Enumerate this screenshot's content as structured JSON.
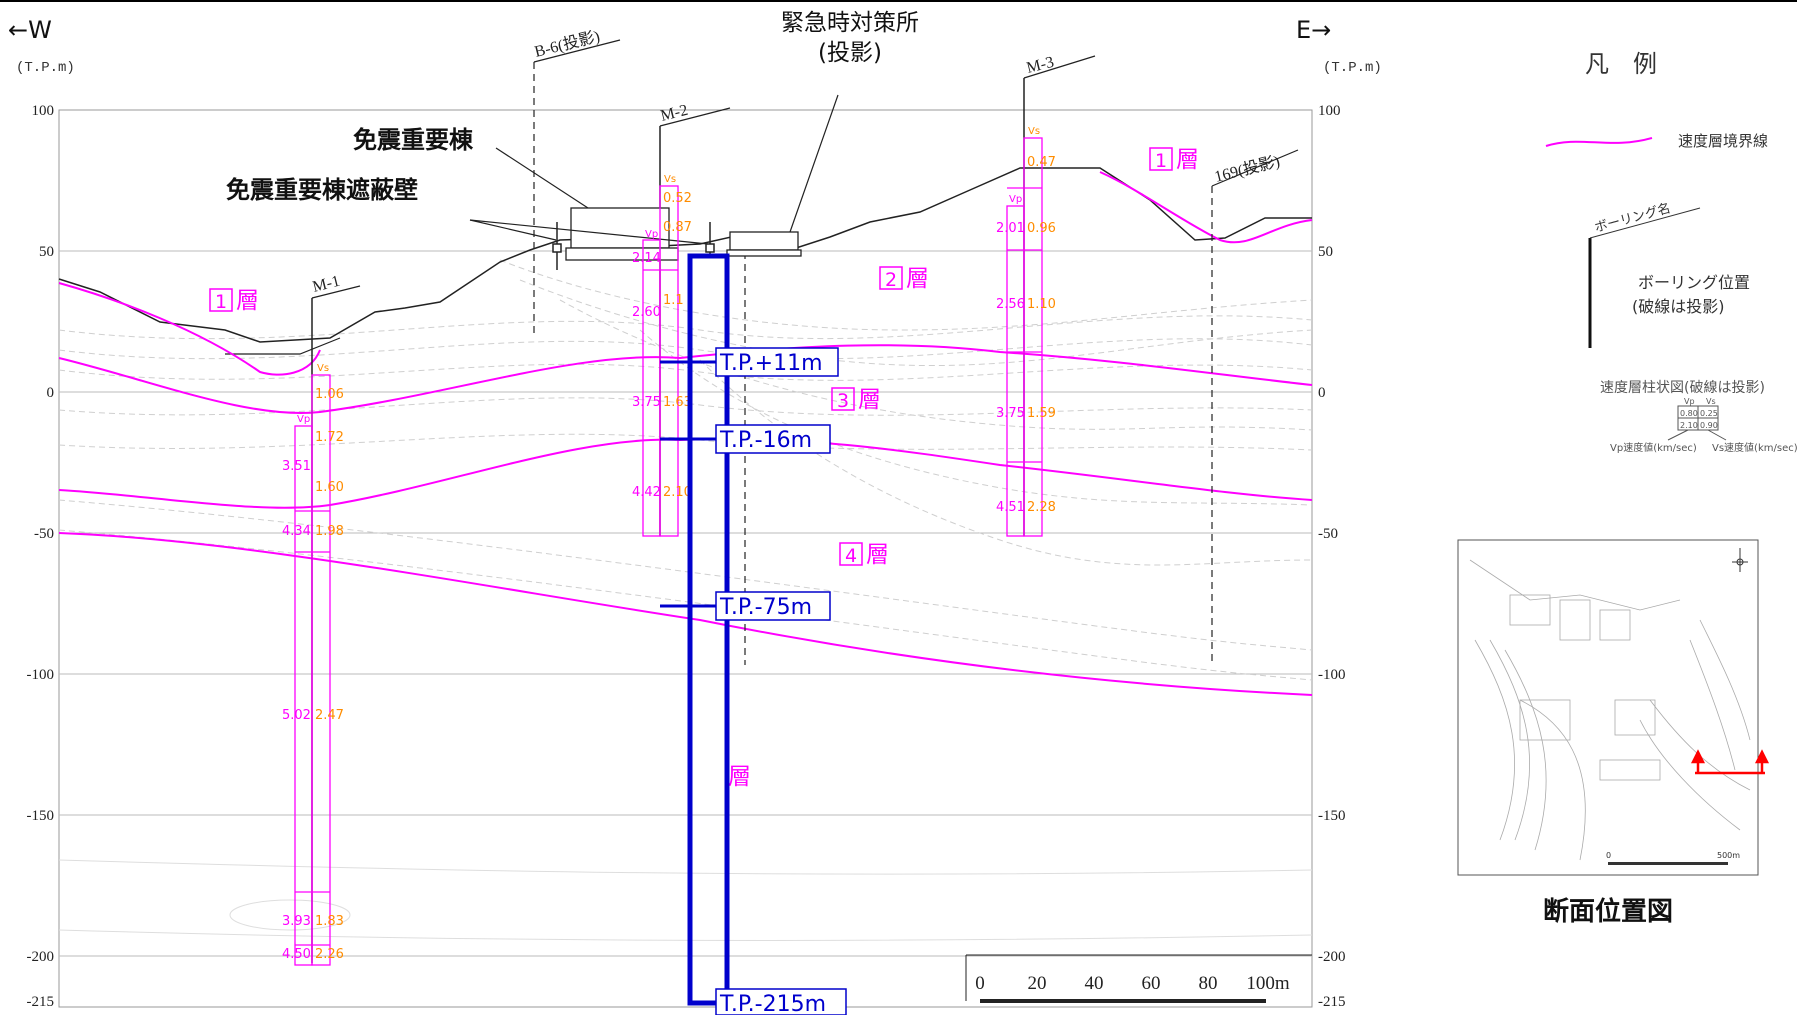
{
  "header": {
    "west_label": "←W",
    "east_label": "E→",
    "unit_left": "(T.P.m)",
    "unit_right": "(T.P.m)",
    "emergency_title_line1": "緊急時対策所",
    "emergency_title_line2": "(投影)"
  },
  "axis": {
    "y_ticks": [
      "100",
      "50",
      "0",
      "-50",
      "-100",
      "-150",
      "-200",
      "-215"
    ],
    "y_range": [
      -215,
      100
    ],
    "grid": true
  },
  "annotations": {
    "building": "免震重要棟",
    "shield_wall": "免震重要棟遮蔽壁"
  },
  "boreholes": {
    "b6": "B-6(投影)",
    "m1": "M-1",
    "m2": "M-2",
    "m3": "M-3",
    "b169": "169(投影)"
  },
  "layers": {
    "layer1_num": "1",
    "layer1_text": "層",
    "layer2_num": "2",
    "layer2_text": "層",
    "layer3_num": "3",
    "layer3_text": "層",
    "layer4_num": "4",
    "layer4_text": "層",
    "layer5_text": "層"
  },
  "velocity": {
    "vs": "Vs",
    "vp": "Vp",
    "m1": [
      {
        "vp": "",
        "vs": "1.06"
      },
      {
        "vp": "",
        "vs": "1.72"
      },
      {
        "vp": "3.51",
        "vs": ""
      },
      {
        "vp": "",
        "vs": "1.60"
      },
      {
        "vp": "4.34",
        "vs": "1.98"
      },
      {
        "vp": "5.02",
        "vs": "2.47"
      },
      {
        "vp": "3.93",
        "vs": "1.83"
      },
      {
        "vp": "4.50",
        "vs": "2.26"
      }
    ],
    "m2": [
      {
        "vp": "",
        "vs": "0.52"
      },
      {
        "vp": "",
        "vs": "0.87"
      },
      {
        "vp": "2.14",
        "vs": ""
      },
      {
        "vp": "2.60",
        "vs": "1.1"
      },
      {
        "vp": "3.75",
        "vs": "1.63"
      },
      {
        "vp": "4.42",
        "vs": "2.10"
      }
    ],
    "m3": [
      {
        "vp": "",
        "vs": "0.47"
      },
      {
        "vp": "2.01",
        "vs": "0.96"
      },
      {
        "vp": "2.56",
        "vs": "1.10"
      },
      {
        "vp": "3.75",
        "vs": "1.59"
      },
      {
        "vp": "4.51",
        "vs": "2.28"
      }
    ]
  },
  "elevation_labels": {
    "tp_p11": "T.P.+11m",
    "tp_m16": "T.P.-16m",
    "tp_m75": "T.P.-75m",
    "tp_m215": "T.P.-215m"
  },
  "scale_bar": {
    "labels": [
      "0",
      "20",
      "40",
      "60",
      "80",
      "100m"
    ]
  },
  "legend": {
    "title": "凡　例",
    "boundary": "速度層境界線",
    "boring_name": "ボーリング名",
    "boring_pos_line1": "ボーリング位置",
    "boring_pos_line2": "(破線は投影)",
    "column_title": "速度層柱状図(破線は投影)",
    "sample_vp_head": "Vp",
    "sample_vs_head": "Vs",
    "sample_vals": [
      "0.80",
      "0.25",
      "2.10",
      "0.90"
    ],
    "vp_caption": "Vp速度値(km/sec)",
    "vs_caption": "Vs速度値(km/sec)"
  },
  "location_map": {
    "caption": "断面位置図",
    "scale_start": "0",
    "scale_end": "500m"
  },
  "colors": {
    "boundary_pink": "#ff00ff",
    "label_orange": "#ff8c00",
    "pile_blue": "#0000cc",
    "terrain": "#222222",
    "grid": "#bbbbbb"
  }
}
